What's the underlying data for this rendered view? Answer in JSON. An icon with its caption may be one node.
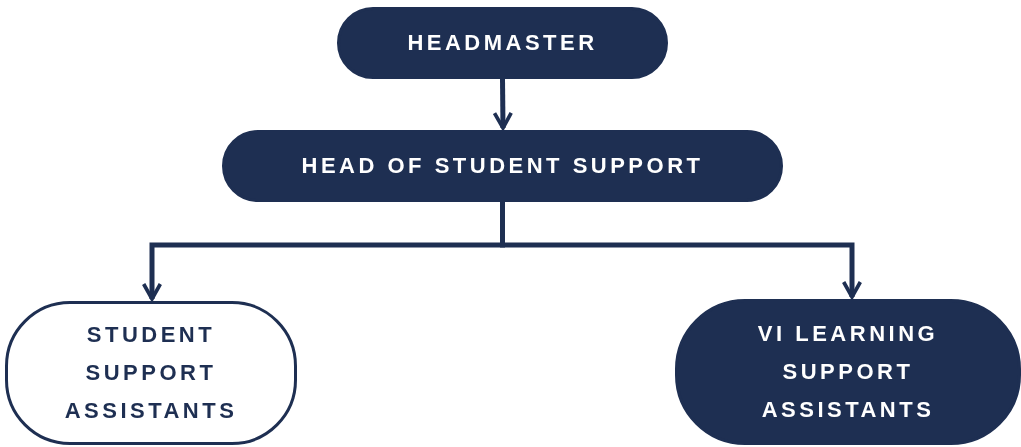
{
  "diagram": {
    "nodes": [
      {
        "text": [
          "HEADMASTER"
        ]
      },
      {
        "text": [
          "HEAD OF STUDENT SUPPORT"
        ]
      },
      {
        "text": [
          "STUDENT SUPPORT ASSISTANTS"
        ]
      },
      {
        "text": [
          "VI LEARNING SUPPORT ASSISTANTS"
        ]
      }
    ],
    "edges": [
      {
        "from": 0,
        "to": 1,
        "arrow": "to"
      },
      {
        "from": 1,
        "to": 2,
        "arrow": "to"
      },
      {
        "from": 1,
        "to": 3,
        "arrow": "to"
      }
    ]
  }
}
